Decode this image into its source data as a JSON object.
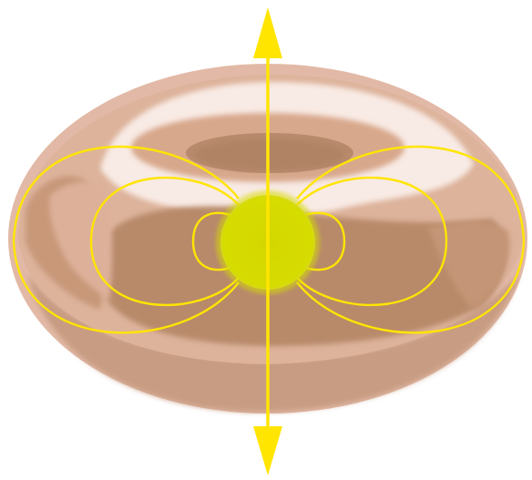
{
  "diagram": {
    "objects": [
      "torus",
      "magnetic-field-loops",
      "central-sphere",
      "axis-arrow-up",
      "axis-arrow-down"
    ],
    "colors": {
      "torus_outer": "#E9C2AF",
      "torus_light": "#F8E9E3",
      "torus_mid": "#DDB29A",
      "torus_dark": "#B98A6A",
      "field_line": "#FFE500",
      "sphere": "#D6DB00",
      "axis": "#FFE500",
      "background": "#FFFFFF"
    }
  }
}
